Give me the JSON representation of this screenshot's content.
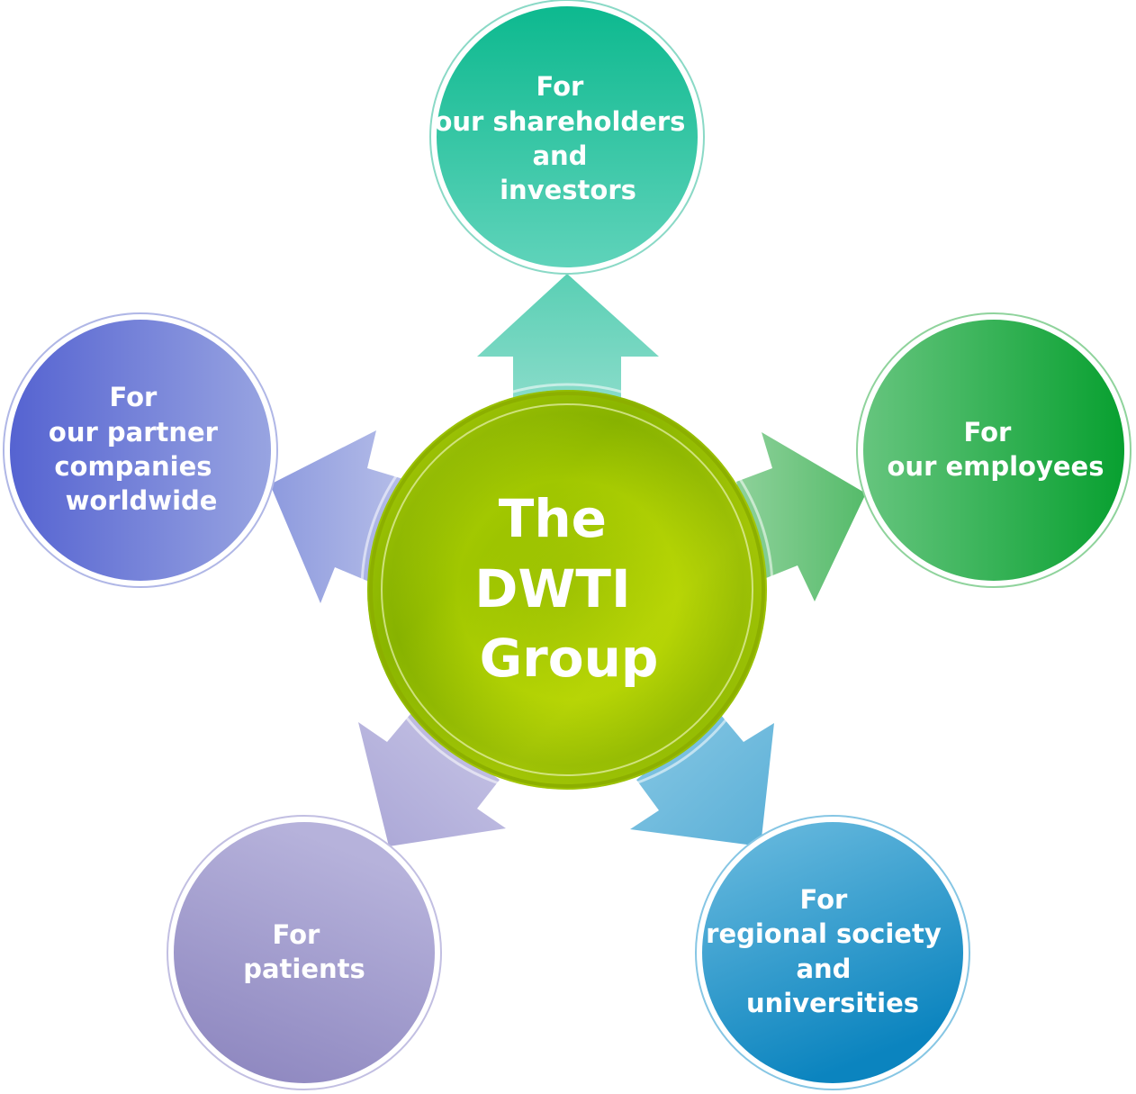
{
  "center": {
    "lines": [
      "The",
      "DWTI",
      "Group"
    ]
  },
  "nodes": [
    {
      "id": "shareholders",
      "lines": [
        "For",
        "our shareholders",
        "and",
        "investors"
      ],
      "color": "#20bf97"
    },
    {
      "id": "employees",
      "lines": [
        "For",
        "our employees"
      ],
      "color": "#2fae4b"
    },
    {
      "id": "regional",
      "lines": [
        "For",
        "regional society",
        "and",
        "universities"
      ],
      "color": "#2a97c8"
    },
    {
      "id": "patients",
      "lines": [
        "For",
        "patients"
      ],
      "color": "#9a93c6"
    },
    {
      "id": "partners",
      "lines": [
        "For",
        "our partner",
        "companies",
        "worldwide"
      ],
      "color": "#6f7fd9"
    }
  ],
  "colors": {
    "center_light": "#b6d400",
    "center_dark": "#8aae00",
    "arrow_shareholders": "#6fd3bb",
    "arrow_employees": "#71c77f",
    "arrow_regional": "#6bb7d9",
    "arrow_patients": "#b5b3dc",
    "arrow_partners": "#a2addf"
  }
}
